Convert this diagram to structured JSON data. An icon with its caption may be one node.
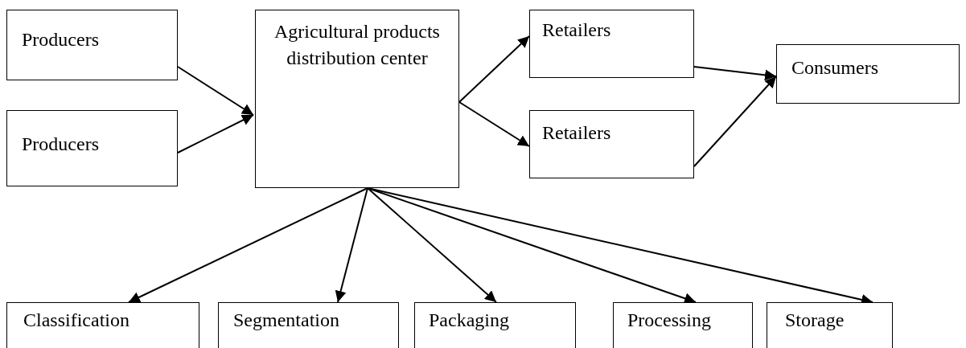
{
  "diagram": {
    "nodes": [
      {
        "text": [
          "Producers"
        ]
      },
      {
        "text": [
          "Producers"
        ]
      },
      {
        "text": [
          "Agricultural products distribution center"
        ]
      },
      {
        "text": [
          "Retailers"
        ]
      },
      {
        "text": [
          "Retailers"
        ]
      },
      {
        "text": [
          "Consumers"
        ]
      },
      {
        "text": [
          "Classification"
        ]
      },
      {
        "text": [
          "Segmentation"
        ]
      },
      {
        "text": [
          "Packaging"
        ]
      },
      {
        "text": [
          "Processing"
        ]
      },
      {
        "text": [
          "Storage"
        ]
      }
    ],
    "edges": [
      {
        "from": 0,
        "to": 2,
        "arrow": "to"
      },
      {
        "from": 1,
        "to": 2,
        "arrow": "to"
      },
      {
        "from": 2,
        "to": 3,
        "arrow": "to"
      },
      {
        "from": 2,
        "to": 4,
        "arrow": "to"
      },
      {
        "from": 3,
        "to": 5,
        "arrow": "to"
      },
      {
        "from": 4,
        "to": 5,
        "arrow": "to"
      },
      {
        "from": 2,
        "to": 6,
        "arrow": "to"
      },
      {
        "from": 2,
        "to": 7,
        "arrow": "to"
      },
      {
        "from": 2,
        "to": 8,
        "arrow": "to"
      },
      {
        "from": 2,
        "to": 9,
        "arrow": "to"
      },
      {
        "from": 2,
        "to": 10,
        "arrow": "to"
      }
    ]
  }
}
